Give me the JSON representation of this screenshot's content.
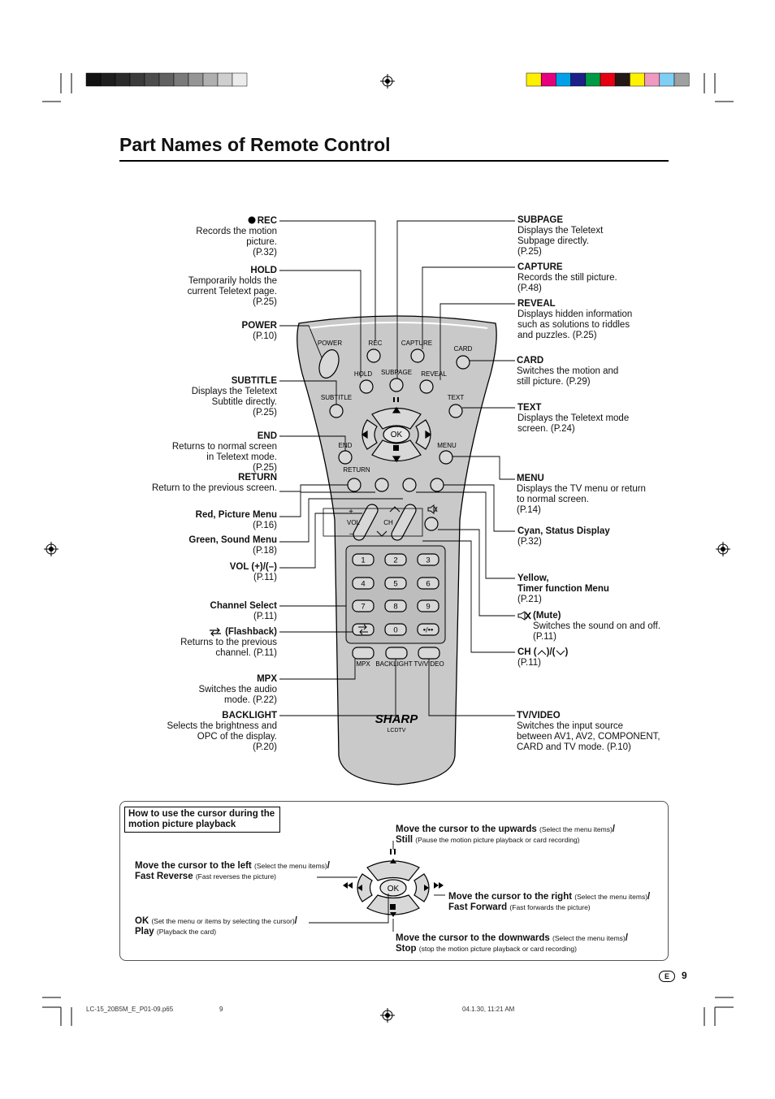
{
  "page": {
    "title": "Part Names of Remote Control",
    "page_letter": "E",
    "page_number": "9",
    "footer_file": "LC-15_20B5M_E_P01-09.p65",
    "footer_page": "9",
    "footer_date": "04.1.30, 11:21 AM"
  },
  "colors": {
    "gray_bar": [
      "#111111",
      "#1e1e1e",
      "#2b2b2b",
      "#3b3b3b",
      "#4d4d4d",
      "#616161",
      "#7a7a7a",
      "#959595",
      "#b0b0b0",
      "#cfcfcf",
      "#ececec"
    ],
    "color_bar": [
      "#ffef00",
      "#e6007e",
      "#00a0e9",
      "#1d2088",
      "#009944",
      "#e60012",
      "#231815",
      "#fff200",
      "#f09ac0",
      "#7fcef4",
      "#9fa0a0"
    ]
  },
  "left_labels": [
    {
      "name": "rec",
      "title": "REC",
      "desc": [
        "Records the motion",
        "picture.",
        "(P.32)"
      ]
    },
    {
      "name": "hold",
      "title": "HOLD",
      "desc": [
        "Temporarily holds the",
        "current Teletext page.",
        "(P.25)"
      ]
    },
    {
      "name": "power",
      "title": "POWER",
      "desc": [
        "(P.10)"
      ]
    },
    {
      "name": "subtitle",
      "title": "SUBTITLE",
      "desc": [
        "Displays the Teletext",
        "Subtitle directly.",
        "(P.25)"
      ]
    },
    {
      "name": "end",
      "title": "END",
      "desc": [
        "Returns to normal screen",
        "in Teletext mode.",
        "(P.25)"
      ]
    },
    {
      "name": "return",
      "title": "RETURN",
      "desc": [
        "Return to the previous screen."
      ]
    },
    {
      "name": "red",
      "title": "Red, Picture Menu",
      "desc": [
        "(P.16)"
      ]
    },
    {
      "name": "green",
      "title": "Green, Sound Menu",
      "desc": [
        "(P.18)"
      ]
    },
    {
      "name": "vol",
      "title": "VOL (+)/(–)",
      "desc": [
        "(P.11)"
      ]
    },
    {
      "name": "channel",
      "title": "Channel Select",
      "desc": [
        "(P.11)"
      ]
    },
    {
      "name": "flashback",
      "title": "(Flashback)",
      "desc": [
        "Returns to the previous",
        "channel. (P.11)"
      ]
    },
    {
      "name": "mpx",
      "title": "MPX",
      "desc": [
        "Switches the audio",
        "mode. (P.22)"
      ]
    },
    {
      "name": "backlight",
      "title": "BACKLIGHT",
      "desc": [
        "Selects the brightness and",
        "OPC of the display.",
        "(P.20)"
      ]
    }
  ],
  "right_labels": [
    {
      "name": "subpage",
      "title": "SUBPAGE",
      "desc": [
        "Displays the Teletext",
        "Subpage directly.",
        "(P.25)"
      ]
    },
    {
      "name": "capture",
      "title": "CAPTURE",
      "desc": [
        "Records the still picture.",
        "(P.48)"
      ]
    },
    {
      "name": "reveal",
      "title": "REVEAL",
      "desc": [
        "Displays hidden information",
        "such as solutions to riddles",
        "and puzzles. (P.25)"
      ]
    },
    {
      "name": "card",
      "title": "CARD",
      "desc": [
        "Switches the motion and",
        "still picture. (P.29)"
      ]
    },
    {
      "name": "text",
      "title": "TEXT",
      "desc": [
        "Displays the Teletext mode",
        "screen. (P.24)"
      ]
    },
    {
      "name": "menu",
      "title": "MENU",
      "desc": [
        "Displays the TV menu or return",
        "to normal screen.",
        "(P.14)"
      ]
    },
    {
      "name": "cyan",
      "title": "Cyan, Status Display",
      "desc": [
        "(P.32)"
      ]
    },
    {
      "name": "yellow",
      "title": "Yellow,",
      "title2": "Timer function Menu",
      "desc": [
        "(P.21)"
      ]
    },
    {
      "name": "mute",
      "title": "(Mute)",
      "desc": [
        "Switches the sound on and off.",
        "(P.11)"
      ]
    },
    {
      "name": "ch",
      "title": "CH (",
      "title_b": ")/(",
      "title_c": ")",
      "desc": [
        "(P.11)"
      ]
    },
    {
      "name": "tvvideo",
      "title": "TV/VIDEO",
      "desc": [
        "Switches the input source",
        "between AV1, AV2, COMPONENT,",
        "CARD and TV mode. (P.10)"
      ]
    }
  ],
  "remote": {
    "power": "POWER",
    "rec": "REC",
    "capture": "CAPTURE",
    "card": "CARD",
    "hold": "HOLD",
    "subpage": "SUBPAGE",
    "reveal": "REVEAL",
    "subtitle": "SUBTITLE",
    "text": "TEXT",
    "ok": "OK",
    "end": "END",
    "menu": "MENU",
    "return": "RETURN",
    "vol": "VOL",
    "ch": "CH",
    "plus": "+",
    "minus": "–",
    "keys": [
      "1",
      "2",
      "3",
      "4",
      "5",
      "6",
      "7",
      "8",
      "9",
      "",
      "0",
      "•/••"
    ],
    "mpx": "MPX",
    "backlight": "BACKLIGHT",
    "tvvideo": "TV/VIDEO",
    "brand": "SHARP",
    "model": "LCDTV"
  },
  "cursor_box": {
    "heading": "How to use the cursor during the motion picture playback",
    "up_b": "Move the cursor to the upwards",
    "up_s": "(Select the menu items)",
    "up_b2": "Still",
    "up_s2": "(Pause the motion picture playback or card recording)",
    "left_b": "Move the cursor to the left",
    "left_s": "(Select the menu items)",
    "left_b2": "Fast Reverse",
    "left_s2": "(Fast reverses the picture)",
    "right_b": "Move the cursor to the right",
    "right_s": "(Select the menu items)",
    "right_b2": "Fast Forward",
    "right_s2": "(Fast forwards the picture)",
    "ok_b": "OK",
    "ok_s": "(Set the menu or items by selecting the cursor)",
    "ok_b2": "Play",
    "ok_s2": "(Playback the card)",
    "down_b": "Move the cursor to the downwards",
    "down_s": "(Select the menu items)",
    "down_b2": "Stop",
    "down_s2": "(stop the motion picture playback or card recording)",
    "ok": "OK"
  }
}
